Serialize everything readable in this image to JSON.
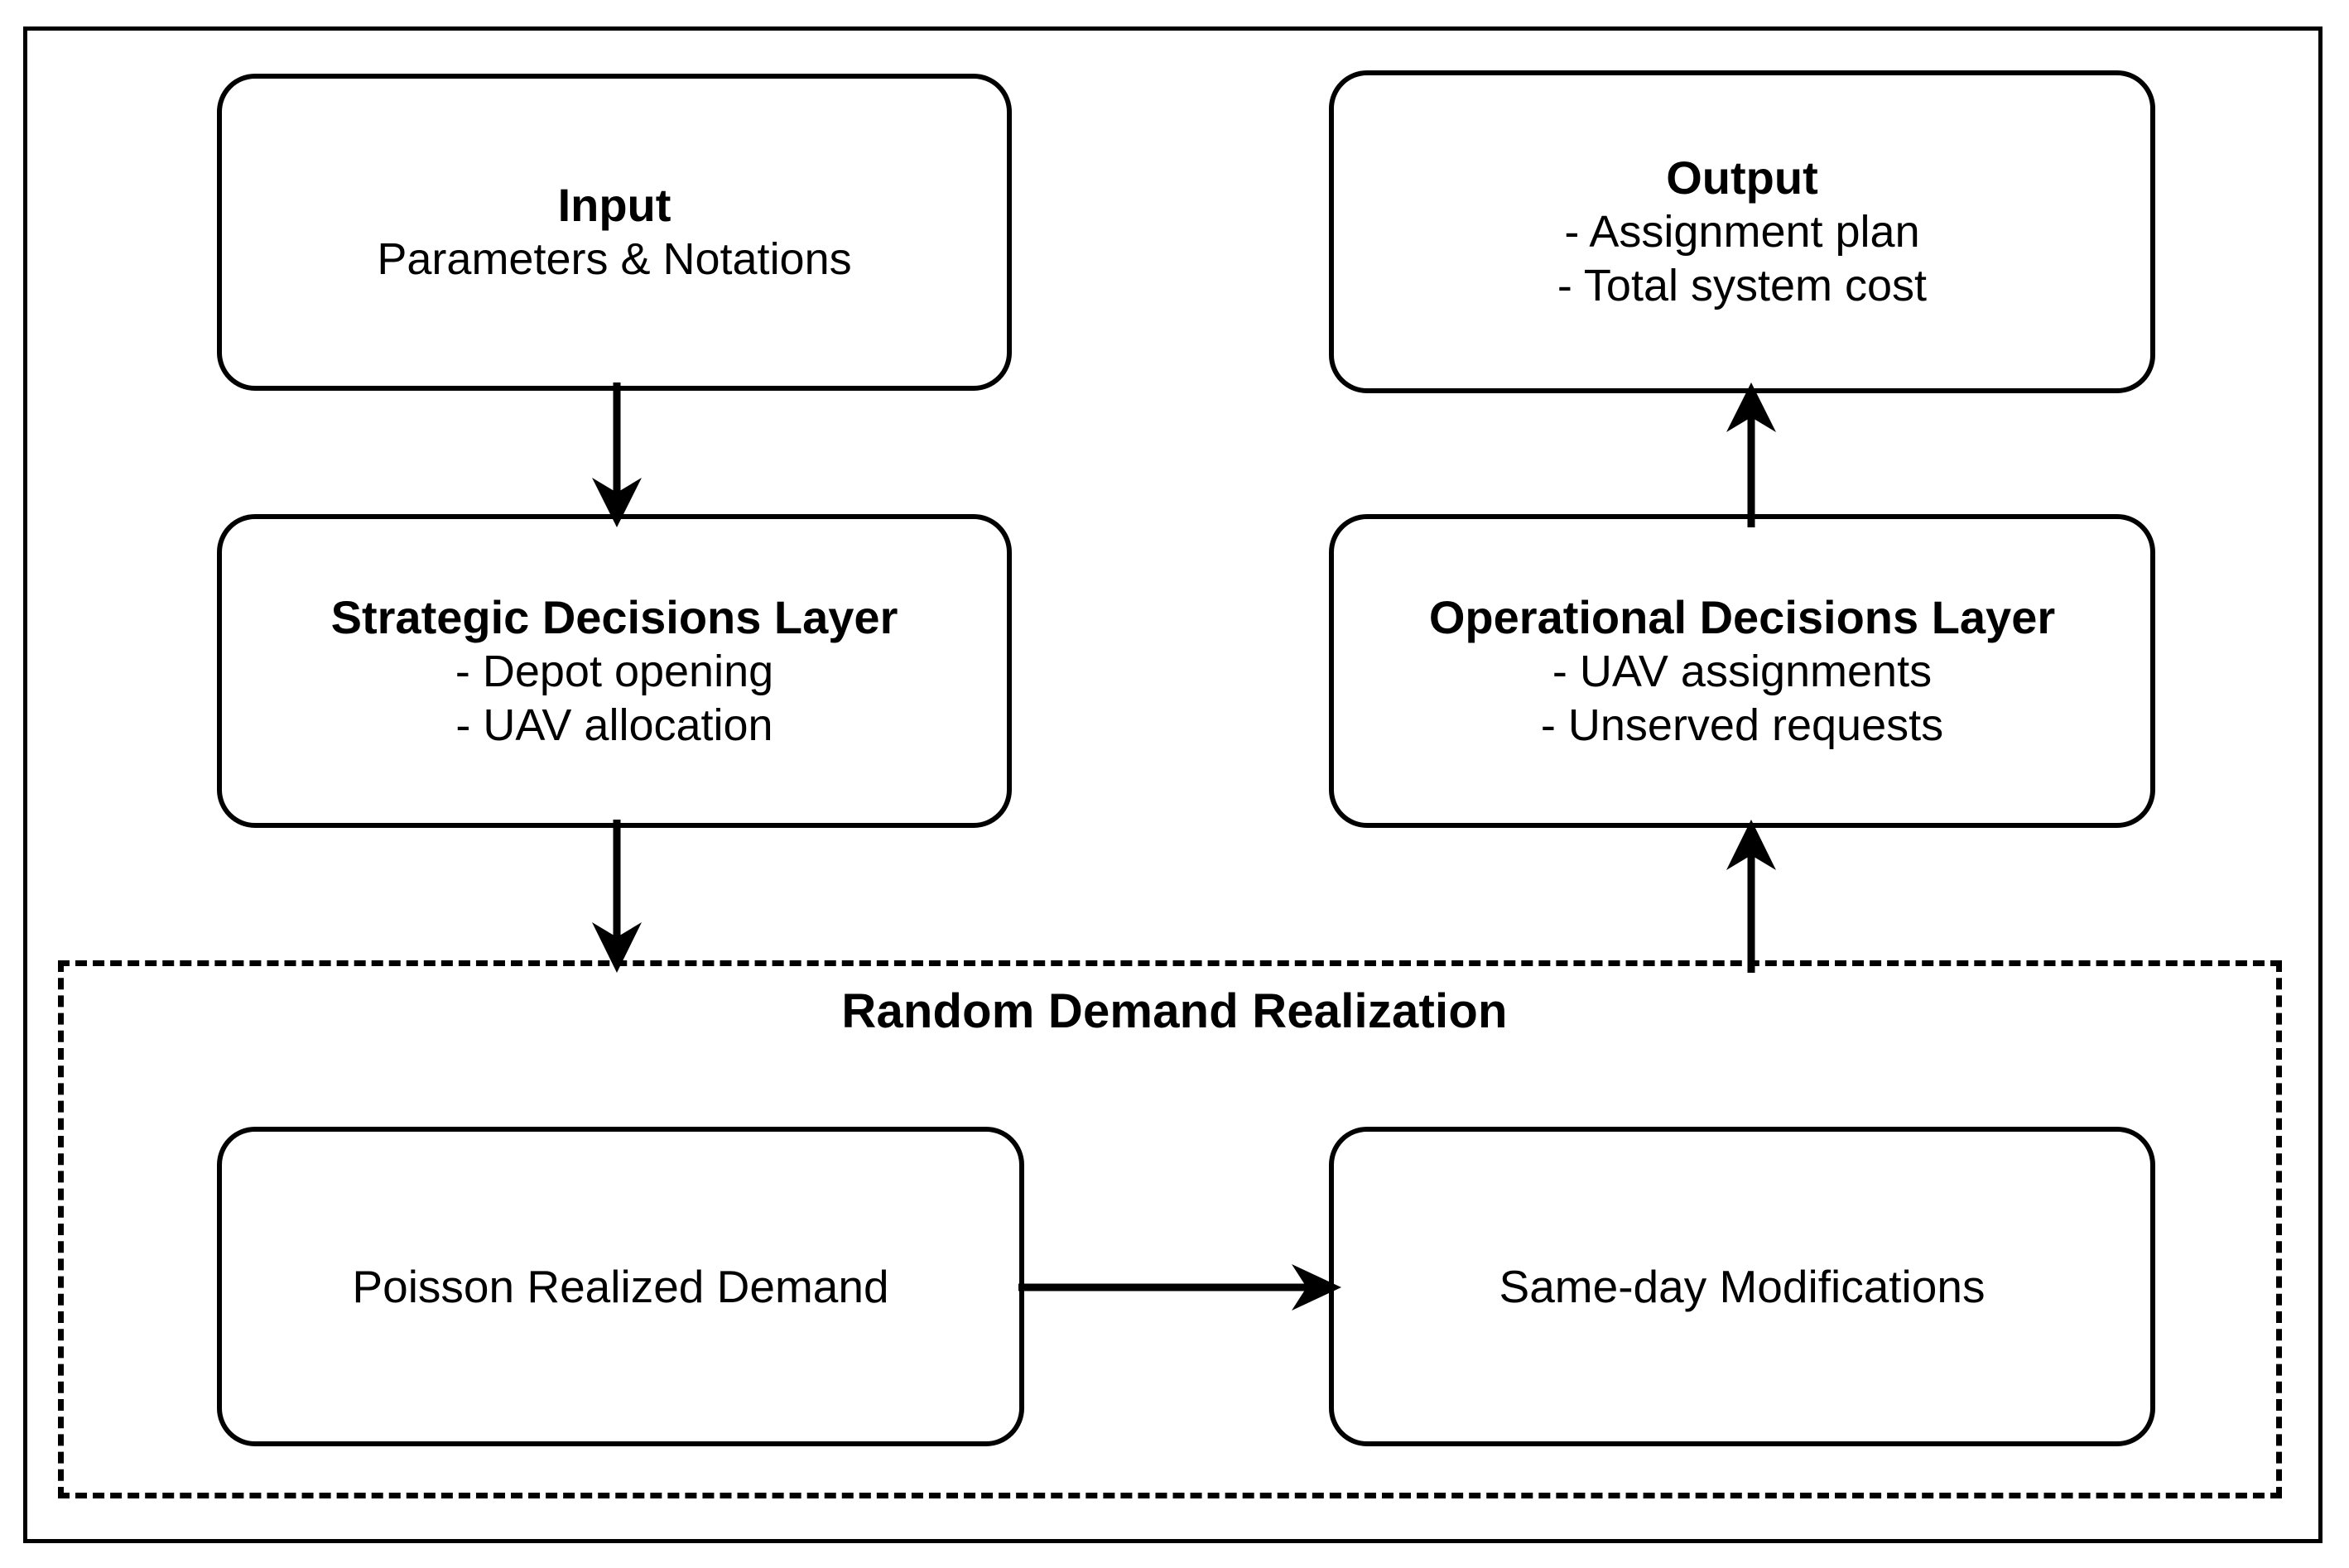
{
  "figure": {
    "frame_label": "outer-frame",
    "background_color": "#ffffff",
    "line_color": "#000000"
  },
  "nodes": {
    "input": {
      "title": "Input",
      "lines": [
        "Parameters & Notations"
      ]
    },
    "output": {
      "title": "Output",
      "lines": [
        "- Assignment plan",
        "- Total system cost"
      ]
    },
    "strategic": {
      "title": "Strategic Decisions Layer",
      "lines": [
        "- Depot opening",
        "- UAV allocation"
      ]
    },
    "operational": {
      "title": "Operational Decisions Layer",
      "lines": [
        "- UAV assignments",
        "- Unserved requests"
      ]
    },
    "poisson": {
      "label": "Poisson Realized Demand"
    },
    "sameday": {
      "label": "Same-day Modifications"
    }
  },
  "region": {
    "title": "Random Demand Realization",
    "border_style": "dashed"
  },
  "edges": [
    {
      "id": "input-to-strategic",
      "from": "Input",
      "to": "Strategic Decisions Layer",
      "direction": "down",
      "label": ""
    },
    {
      "id": "strategic-to-random",
      "from": "Strategic Decisions Layer",
      "to": "Random Demand Realization",
      "direction": "down",
      "label": ""
    },
    {
      "id": "poisson-to-sameday",
      "from": "Poisson Realized Demand",
      "to": "Same-day Modifications",
      "direction": "right",
      "label": ""
    },
    {
      "id": "random-to-operational",
      "from": "Random Demand Realization",
      "to": "Operational Decisions Layer",
      "direction": "up",
      "label": ""
    },
    {
      "id": "operational-to-output",
      "from": "Operational Decisions Layer",
      "to": "Output",
      "direction": "up",
      "label": ""
    }
  ]
}
